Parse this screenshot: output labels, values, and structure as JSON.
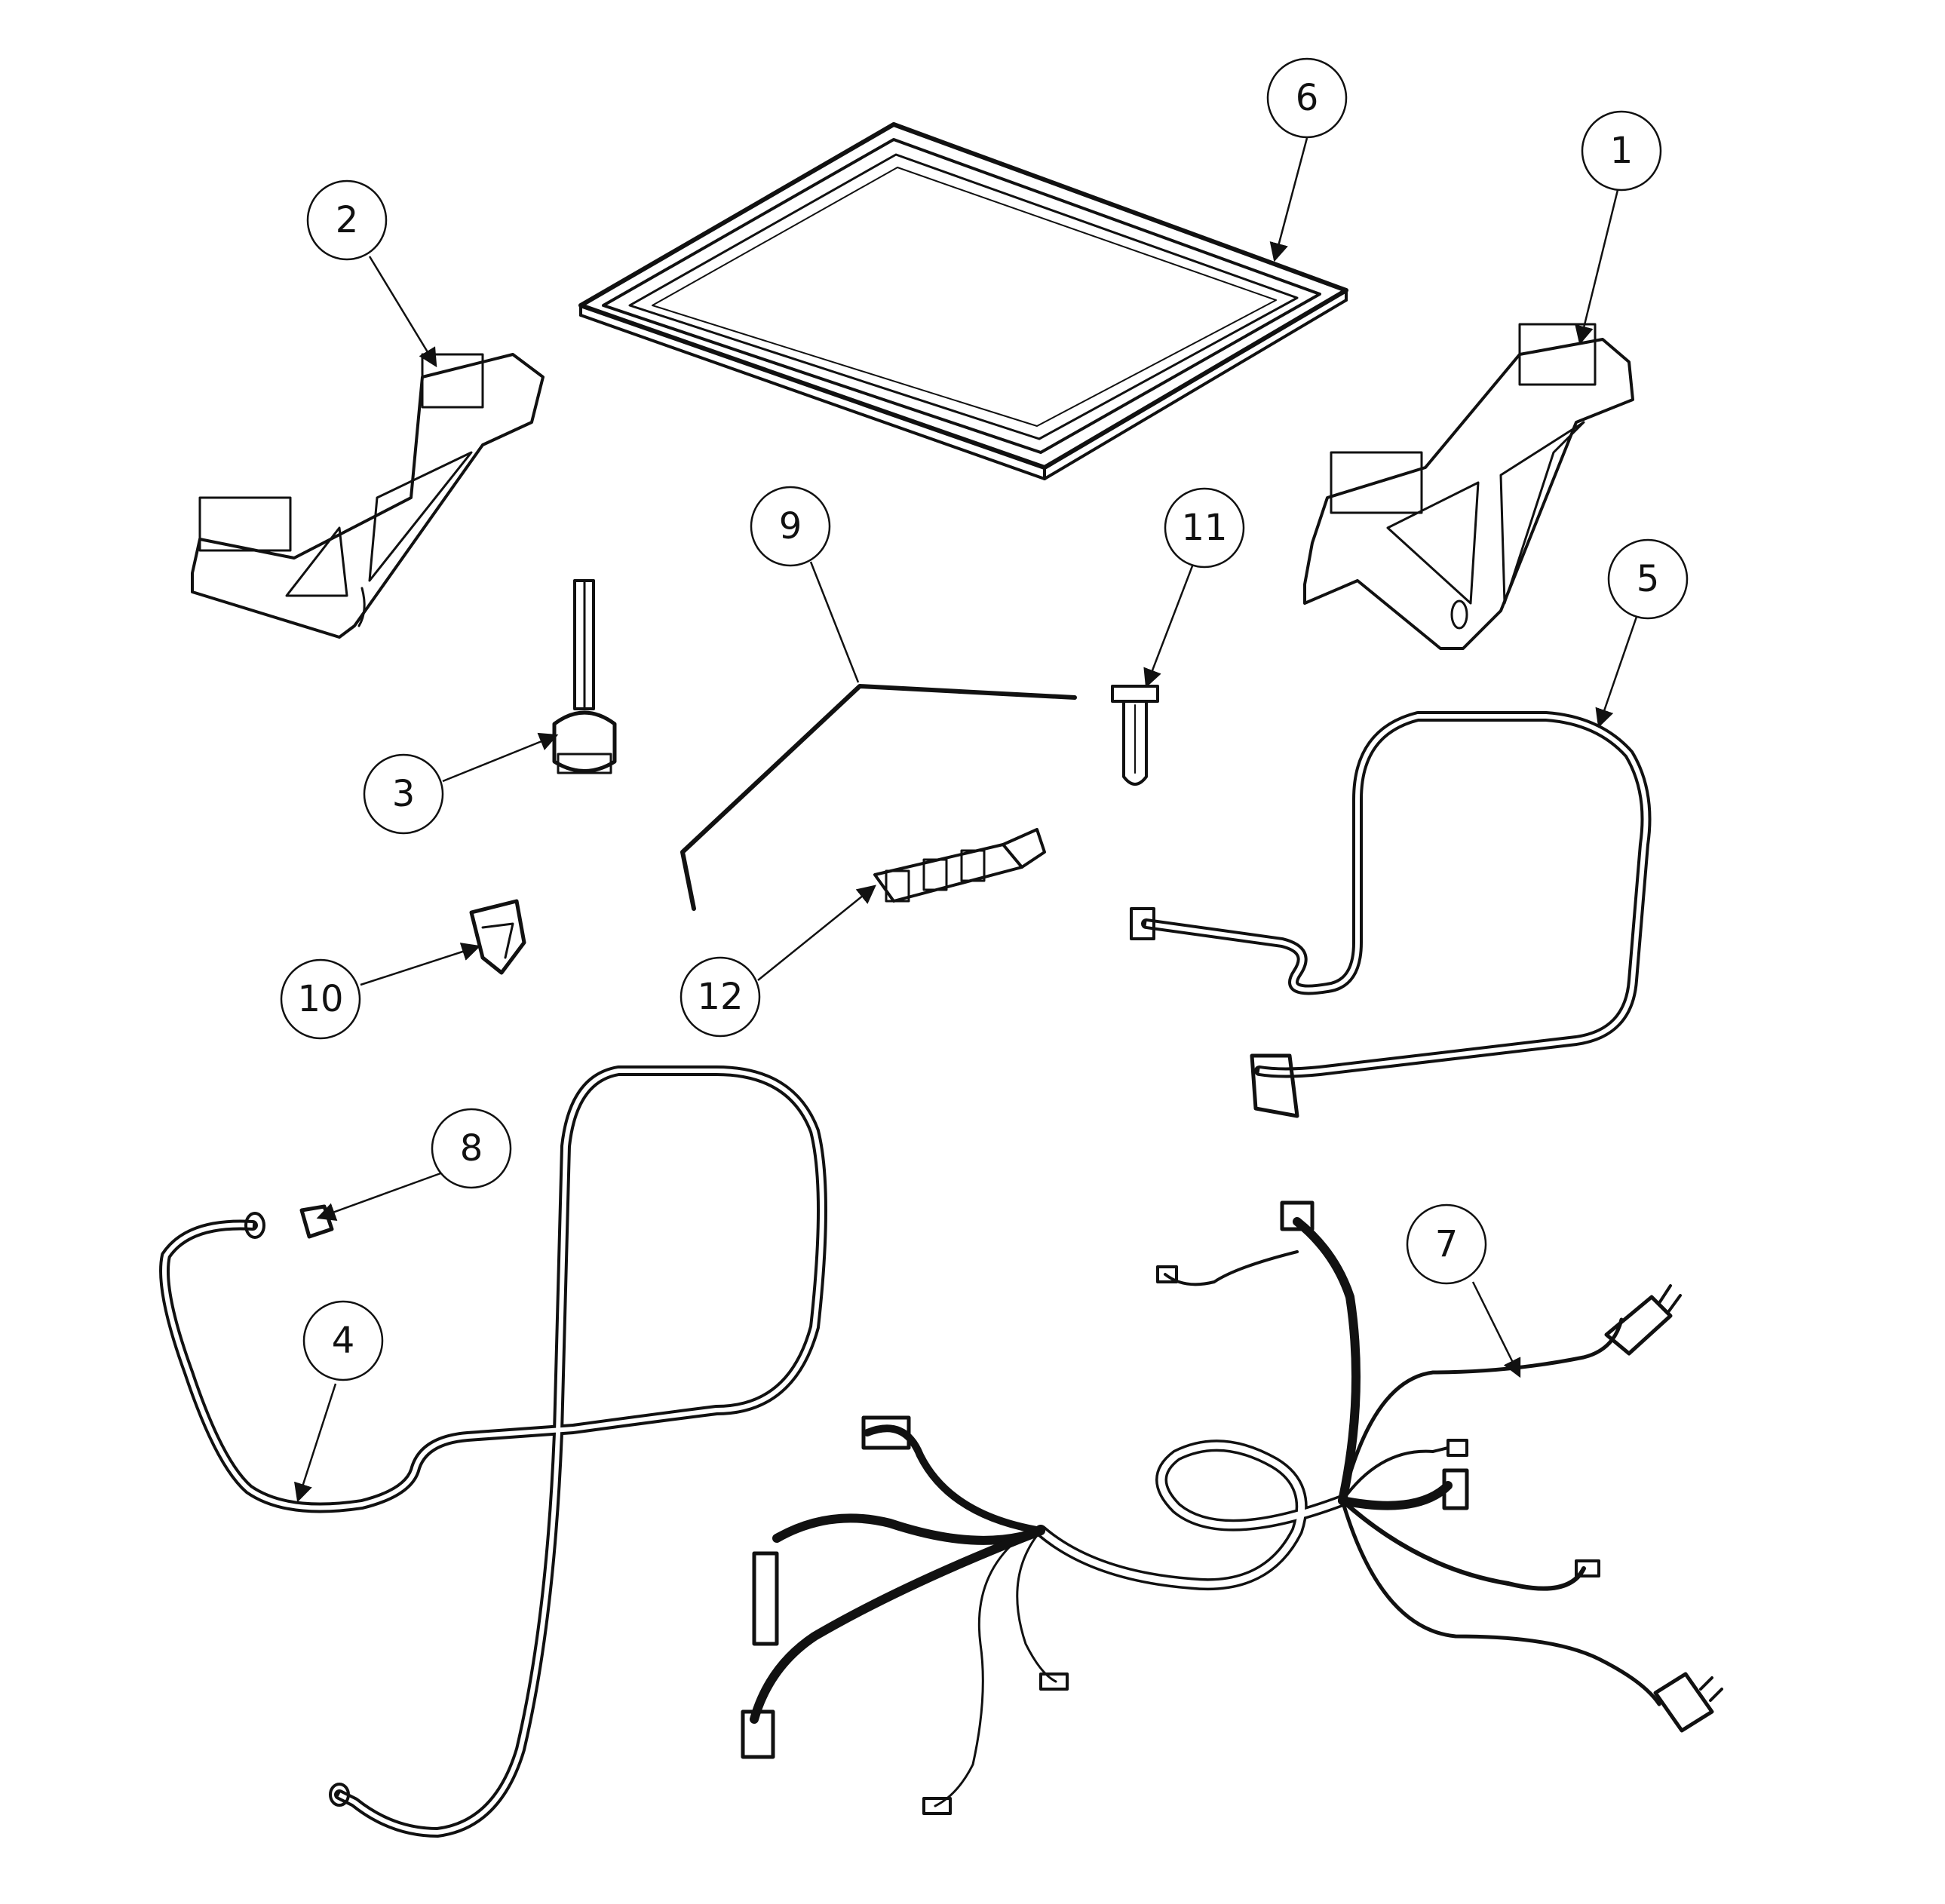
{
  "callouts": [
    {
      "id": "1",
      "label": "1"
    },
    {
      "id": "2",
      "label": "2"
    },
    {
      "id": "3",
      "label": "3"
    },
    {
      "id": "4",
      "label": "4"
    },
    {
      "id": "5",
      "label": "5"
    },
    {
      "id": "6",
      "label": "6"
    },
    {
      "id": "7",
      "label": "7"
    },
    {
      "id": "8",
      "label": "8"
    },
    {
      "id": "9",
      "label": "9"
    },
    {
      "id": "10",
      "label": "10"
    },
    {
      "id": "11",
      "label": "11"
    },
    {
      "id": "12",
      "label": "12"
    }
  ],
  "colors": {
    "line": "#111111",
    "background": "#ffffff"
  }
}
